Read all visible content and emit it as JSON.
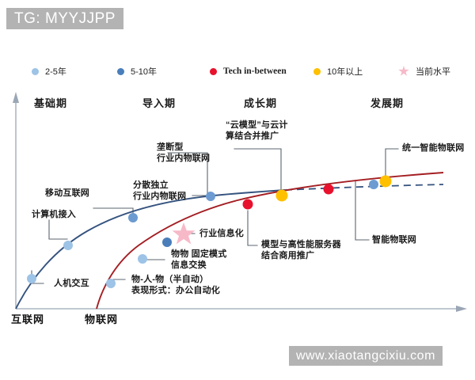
{
  "watermarks": {
    "top": "TG: MYYJJPP",
    "bottom": "www.xiaotangcixiu.com"
  },
  "legend": {
    "items": [
      {
        "label": "2-5年",
        "marker": "dot",
        "color": "#9dc3e6",
        "name": "legend-2-5-years"
      },
      {
        "label": "5-10年",
        "marker": "dot",
        "color": "#4a7ebb",
        "name": "legend-5-10-years"
      },
      {
        "label": "Tech in-between",
        "marker": "dot",
        "color": "#e8112d",
        "name": "legend-tech-in-between"
      },
      {
        "label": "10年以上",
        "marker": "dot",
        "color": "#ffc000",
        "name": "legend-over-10-years"
      },
      {
        "label": "当前水平",
        "marker": "star",
        "color": "#f7b9c8",
        "name": "legend-current-level"
      }
    ]
  },
  "stages": [
    {
      "label": "基础期",
      "name": "stage-foundation"
    },
    {
      "label": "导入期",
      "name": "stage-introduction"
    },
    {
      "label": "成长期",
      "name": "stage-growth"
    },
    {
      "label": "发展期",
      "name": "stage-development"
    }
  ],
  "axis": {
    "x_series_labels": [
      {
        "label": "互联网",
        "name": "axis-label-internet"
      },
      {
        "label": "物联网",
        "name": "axis-label-iot"
      }
    ]
  },
  "annotations": [
    {
      "name": "anno-computer-access",
      "text": "计算机接入"
    },
    {
      "name": "anno-mobile-internet",
      "text": "移动互联网"
    },
    {
      "name": "anno-decentralized-iot",
      "text": "分散独立\n行业内物联网"
    },
    {
      "name": "anno-monopoly-iot",
      "text": "垄断型\n行业内物联网"
    },
    {
      "name": "anno-cloud-model",
      "text": "“云模型”与云计\n算结合并推广"
    },
    {
      "name": "anno-unified-smart-iot",
      "text": "统一智能物联网"
    },
    {
      "name": "anno-hmi",
      "text": "人机交互"
    },
    {
      "name": "anno-thing-person-thing",
      "text": "物-人-物（半自动）\n表现形式：办公自动化"
    },
    {
      "name": "anno-fixed-mode-exchange",
      "text": "物物 固定模式\n信息交换"
    },
    {
      "name": "anno-industry-informatization",
      "text": "行业信息化"
    },
    {
      "name": "anno-model-server",
      "text": "模型与高性能服务器\n结合商用推广"
    },
    {
      "name": "anno-smart-iot",
      "text": "智能物联网"
    }
  ],
  "chart_data": {
    "type": "line",
    "title": "",
    "xlabel": "",
    "ylabel": "",
    "grid": false,
    "legend_position": "top",
    "axis_origin": [
      20,
      290
    ],
    "colors": {
      "internet_curve": "#35537f",
      "iot_curve": "#a41e22",
      "axis": "#9aa6b5",
      "leader": "#555f6b",
      "dot_2_5": "#9dc3e6",
      "dot_5_10": "#4a7ebb",
      "dot_tech": "#e8112d",
      "dot_10plus": "#ffc000",
      "star": "#f7b9c8"
    },
    "series": [
      {
        "name": "互联网",
        "color": "#35537f",
        "style": "solid-then-dashed",
        "points": [
          {
            "x": 40,
            "y": 240,
            "marker": "dot",
            "legend": "2-5年",
            "label": "人机交互"
          },
          {
            "x": 85,
            "y": 200,
            "marker": "dot",
            "legend": "2-5年",
            "label": "计算机接入"
          },
          {
            "x": 168,
            "y": 176,
            "marker": "dot",
            "legend": "5-10年",
            "label": "移动互联网"
          },
          {
            "x": 265,
            "y": 150,
            "marker": "dot",
            "legend": "5-10年",
            "label": "分散独立 行业内物联网"
          },
          {
            "x": 355,
            "y": 145,
            "marker": "dot",
            "legend": "10年以上",
            "label": "垄断型 行业内物联网"
          },
          {
            "x": 472,
            "y": 128,
            "marker": "dot",
            "legend": "5-10年",
            "label": "智能物联网"
          }
        ]
      },
      {
        "name": "物联网",
        "color": "#a41e22",
        "style": "solid",
        "points": [
          {
            "x": 140,
            "y": 253,
            "marker": "dot",
            "legend": "2-5年",
            "label": "物-人-物（半自动）表现形式：办公自动化"
          },
          {
            "x": 180,
            "y": 225,
            "marker": "dot",
            "legend": "2-5年",
            "label": "物物 固定模式 信息交换"
          },
          {
            "x": 212,
            "y": 207,
            "marker": "dot",
            "legend": "5-10年",
            "label": "行业信息化"
          },
          {
            "x": 232,
            "y": 190,
            "marker": "star",
            "legend": "当前水平",
            "label": "当前水平"
          },
          {
            "x": 313,
            "y": 164,
            "marker": "dot",
            "legend": "Tech in-between",
            "label": "模型与高性能服务器 结合商用推广"
          },
          {
            "x": 355,
            "y": 145,
            "marker": "dot",
            "legend": "10年以上",
            "label": "“云模型”与云计算结合并推广"
          },
          {
            "x": 415,
            "y": 140,
            "marker": "dot",
            "legend": "Tech in-between",
            "label": ""
          },
          {
            "x": 487,
            "y": 128,
            "marker": "dot",
            "legend": "10年以上",
            "label": "统一智能物联网"
          }
        ]
      }
    ]
  }
}
